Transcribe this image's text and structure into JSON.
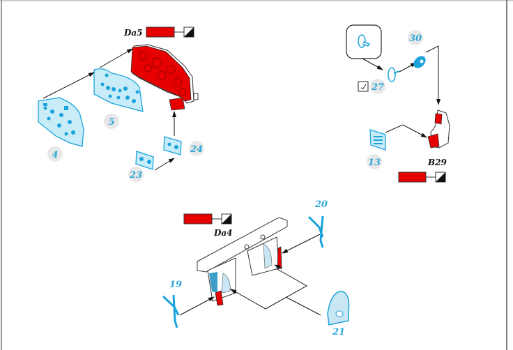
{
  "colors": {
    "photoetch": "#1aa3da",
    "paint_red": "#e60000",
    "label_blue": "#2aa7d6",
    "frame": "#888888"
  },
  "groups": [
    {
      "name": "instrument-panel",
      "paint_code": "Da5",
      "parts": [
        "4",
        "5",
        "23",
        "24"
      ]
    },
    {
      "name": "seat-assembly",
      "paint_code": "B29",
      "parts": [
        "27",
        "30",
        "13"
      ]
    },
    {
      "name": "rudder-pedals",
      "paint_code": "Da4",
      "parts": [
        "19",
        "20",
        "21"
      ]
    }
  ],
  "labels": {
    "p4": "4",
    "p5": "5",
    "p23": "23",
    "p24": "24",
    "p27": "27",
    "p30": "30",
    "p13": "13",
    "p19": "19",
    "p20": "20",
    "p21": "21",
    "da5": "Da5",
    "b29": "B29",
    "da4": "Da4"
  },
  "icons": [
    "paint-swatch-red",
    "paint-finish-icon",
    "bend-part-icon",
    "detail-callout"
  ]
}
